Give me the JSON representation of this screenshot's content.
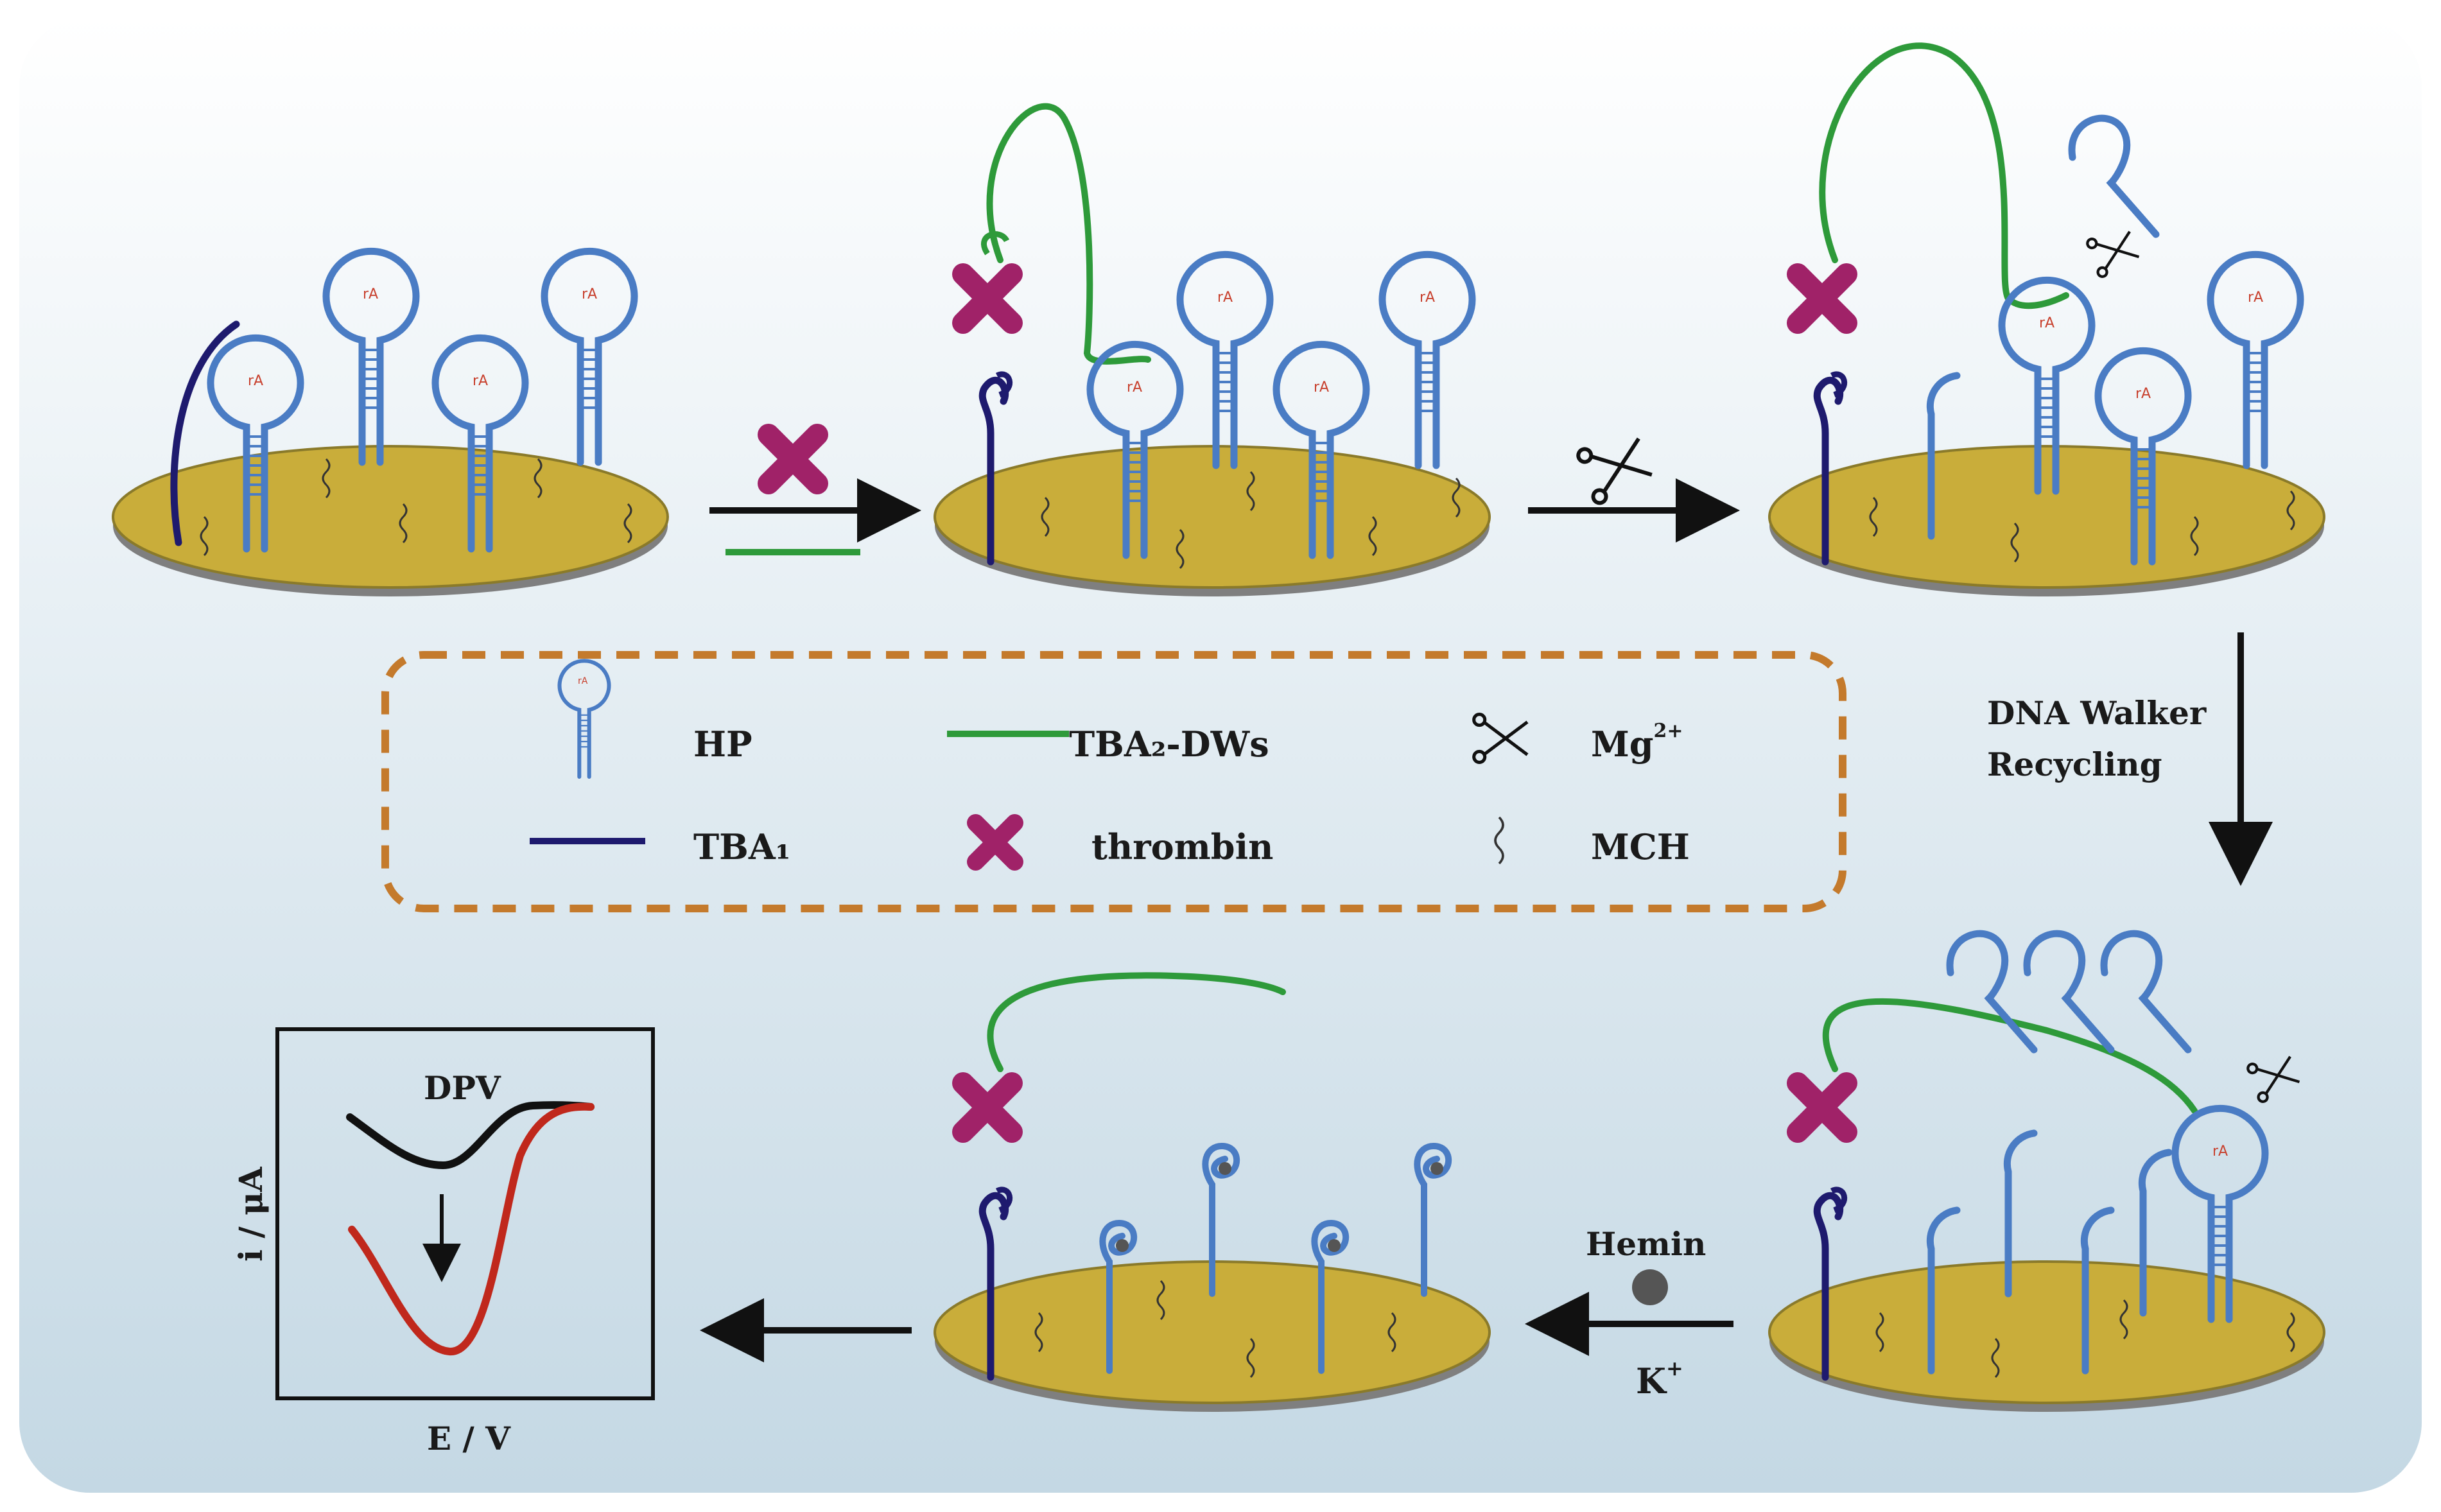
{
  "colors": {
    "background_top": "#ffffff",
    "background_bottom": "#c4d8e4",
    "gold": "#c9ad3a",
    "electrode_edge": "#7f7f7f",
    "hp_blue": "#4a7cc4",
    "tba1_navy": "#1e1a6e",
    "tba2_green": "#2e9a3a",
    "thrombin_magenta": "#a02268",
    "hemin_gray": "#555555",
    "legend_border": "#c47a2c",
    "dpv_black": "#111111",
    "dpv_red": "#c0281c"
  },
  "hp_site_label": "rA",
  "legend": {
    "hp": "HP",
    "tba1": "TBA₁",
    "tba2": "TBA₂-DWs",
    "thrombin": "thrombin",
    "mg_base": "Mg",
    "mg_sup": "2+",
    "mch": "MCH"
  },
  "labels": {
    "walker_line1": "DNA Walker",
    "walker_line2": "Recycling",
    "hemin": "Hemin",
    "k_base": "K",
    "k_sup": "+"
  },
  "dpv_plot": {
    "title": "DPV",
    "xlabel": "E / V",
    "ylabel": "i / μA"
  },
  "icons": {
    "cleavage": "scissors-icon",
    "thrombin": "thrombin-cross-icon",
    "hemin": "hemin-dot-icon"
  }
}
